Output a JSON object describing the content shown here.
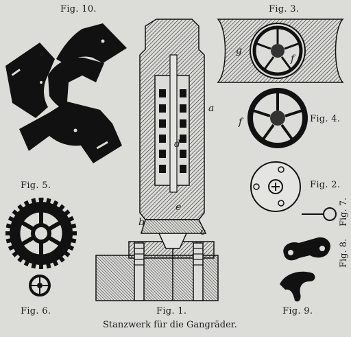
{
  "figures": {
    "fig10": "Fig. 10.",
    "fig3": "Fig. 3.",
    "fig4": "Fig. 4.",
    "fig2": "Fig. 2.",
    "fig5": "Fig. 5.",
    "fig6": "Fig. 6.",
    "fig1": "Fig. 1.",
    "fig9": "Fig. 9.",
    "fig7": "Fig. 7.",
    "fig8": "Fig. 8."
  },
  "letters": {
    "a": "a",
    "d": "d",
    "e": "e",
    "b": "b",
    "c": "c",
    "g": "g",
    "f3": "f",
    "f4": "f"
  },
  "caption": "Stanzwerk für die Gangräder."
}
